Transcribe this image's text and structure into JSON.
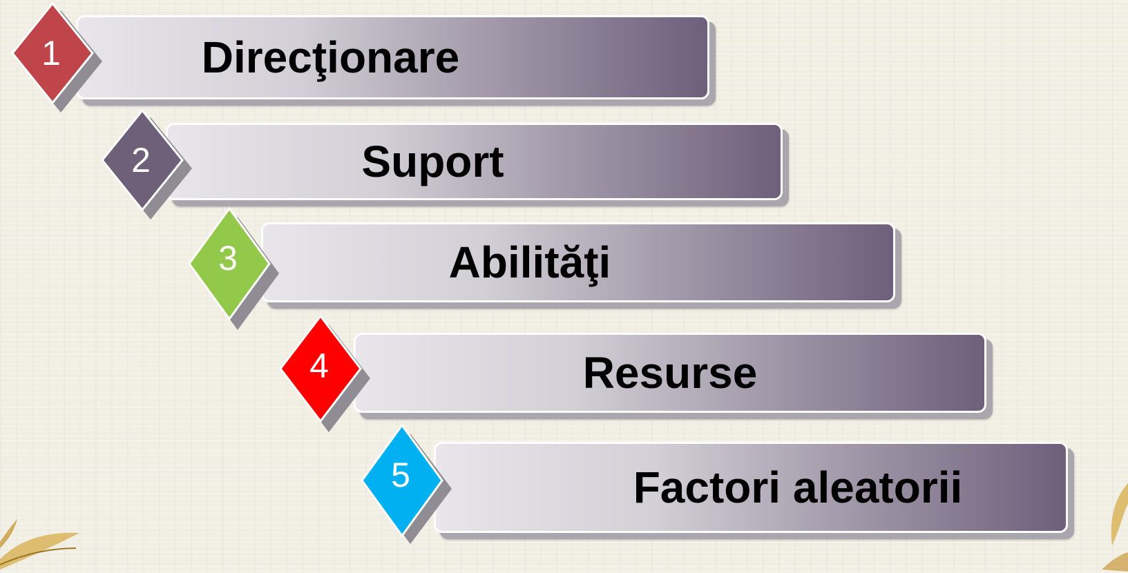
{
  "steps": [
    {
      "number": "1",
      "label": "Direcţionare",
      "diamond_color": "#c0454a"
    },
    {
      "number": "2",
      "label": "Suport",
      "diamond_color": "#6e6078"
    },
    {
      "number": "3",
      "label": "Abilităţi",
      "diamond_color": "#92c94a"
    },
    {
      "number": "4",
      "label": "Resurse",
      "diamond_color": "#ff0000"
    },
    {
      "number": "5",
      "label": "Factori aleatorii",
      "diamond_color": "#00b0f0"
    }
  ],
  "bar_gradient": {
    "start": "#e8e6ea",
    "end": "#6e5f7b"
  }
}
